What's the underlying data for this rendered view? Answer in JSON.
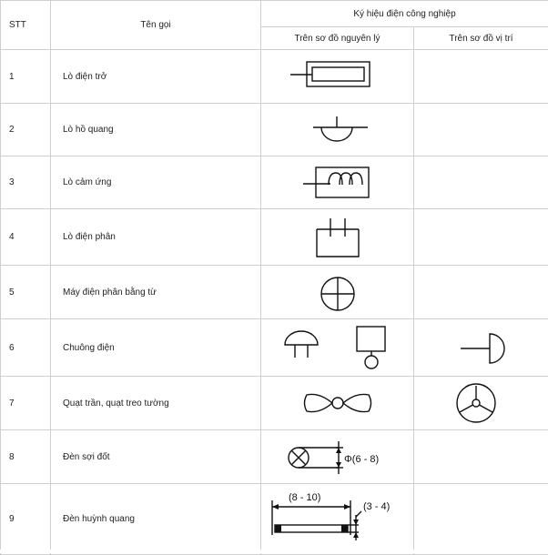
{
  "header": {
    "stt": "STT",
    "name": "Tên gọi",
    "group": "Ký hiệu điện công nghiệp",
    "col_principle": "Trên sơ đồ nguyên lý",
    "col_position": "Trên sơ đồ vị trí"
  },
  "rows": [
    {
      "stt": "1",
      "name": "Lò điện trở",
      "principle_icon": "resistance-furnace-icon"
    },
    {
      "stt": "2",
      "name": "Lò hồ quang",
      "principle_icon": "arc-furnace-icon"
    },
    {
      "stt": "3",
      "name": "Lò cảm ứng",
      "principle_icon": "induction-furnace-icon"
    },
    {
      "stt": "4",
      "name": "Lò điện phân",
      "principle_icon": "electrolytic-furnace-icon"
    },
    {
      "stt": "5",
      "name": "Máy điện phân bằng từ",
      "principle_icon": "magnetic-electrolysis-icon"
    },
    {
      "stt": "6",
      "name": "Chuông điện",
      "principle_icon": "electric-bell-icon",
      "position_icon": "bell-position-icon"
    },
    {
      "stt": "7",
      "name": "Quạt trần, quạt treo tường",
      "principle_icon": "fan-icon",
      "position_icon": "fan-position-icon"
    },
    {
      "stt": "8",
      "name": "Đèn sợi đốt",
      "principle_icon": "incandescent-lamp-icon",
      "dim_label": "Φ(6 - 8)"
    },
    {
      "stt": "9",
      "name": "Đèn huỳnh quang",
      "principle_icon": "fluorescent-lamp-icon",
      "dim_length": "(8 - 10)",
      "dim_width": "(3 - 4)"
    }
  ]
}
